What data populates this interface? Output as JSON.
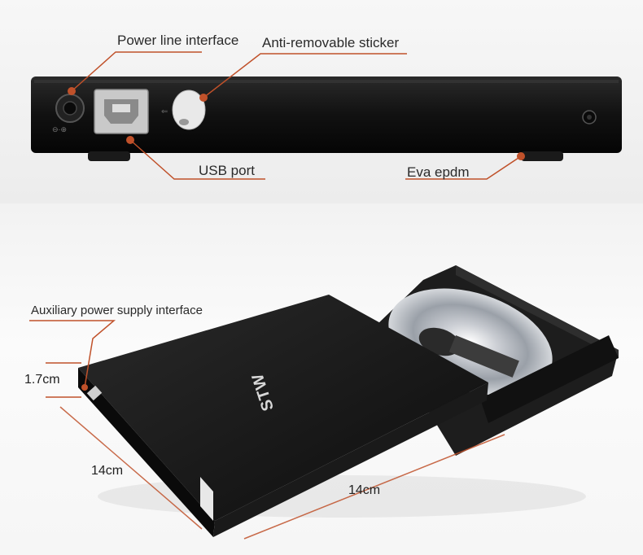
{
  "callouts": {
    "power_line": "Power line interface",
    "anti_removable": "Anti-removable sticker",
    "usb_port": "USB port",
    "eva_epdm": "Eva epdm",
    "aux_power": "Auxiliary power supply interface"
  },
  "dimensions": {
    "height": "1.7cm",
    "depth": "14cm",
    "width": "14cm"
  },
  "brand": "STW",
  "colors": {
    "accent": "#c0512a",
    "drive_body": "#141414"
  }
}
